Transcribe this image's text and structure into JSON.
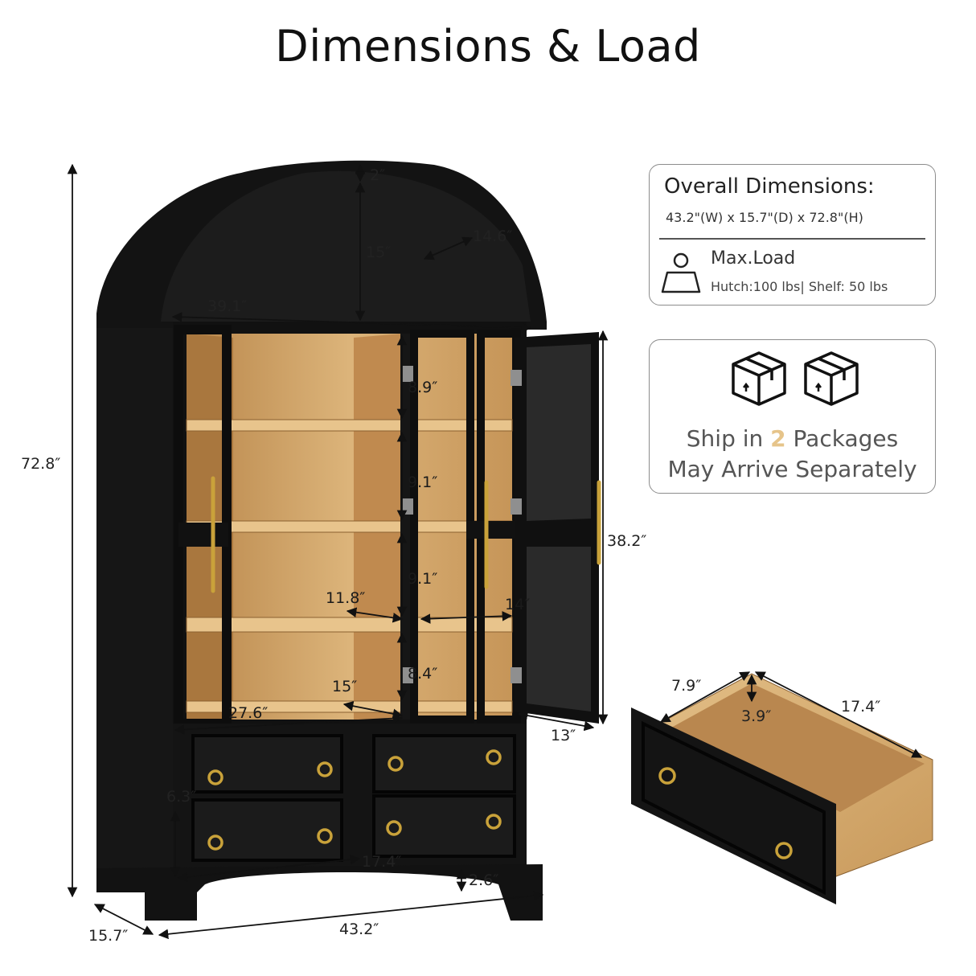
{
  "page_title": "Dimensions & Load",
  "overall": {
    "heading": "Overall Dimensions:",
    "dimensions": "43.2\"(W) x 15.7\"(D) x 72.8\"(H)",
    "max_load_label": "Max.Load",
    "max_load_detail": "Hutch:100 lbs| Shelf:  50 lbs",
    "weight_icon": "weight-icon"
  },
  "shipping": {
    "line1_prefix": "Ship in ",
    "line1_count": "2",
    "line1_suffix": " Packages",
    "line2": "May Arrive Separately",
    "box_icon": "package-box-icon",
    "highlight_color": "#e6c48a"
  },
  "cabinet_dimensions": {
    "overall_height": "72.8″",
    "arch_top": "2″",
    "arch_height": "15″",
    "arch_depth": "14.6″",
    "arch_width": "39.1″",
    "shelf_gap_1": "8.9″",
    "shelf_gap_2": "9.1″",
    "shelf_gap_3": "9.1″",
    "shelf_gap_4": "8.4″",
    "shelf_depth_left": "11.8″",
    "shelf_width_right": "14″",
    "bottom_depth": "15″",
    "inner_width": "27.6″",
    "hutch_height": "38.2″",
    "door_depth": "13″",
    "drawer_height": "6.3″",
    "drawer_width": "17.4″",
    "base_clearance": "2.6″",
    "overall_width": "43.2″",
    "overall_depth": "15.7″"
  },
  "drawer_dimensions": {
    "depth": "7.9″",
    "inner_height": "3.9″",
    "length": "17.4″"
  },
  "colors": {
    "cabinet": "#151515",
    "wood": "#d4a86a",
    "gold": "#c9a23a"
  }
}
